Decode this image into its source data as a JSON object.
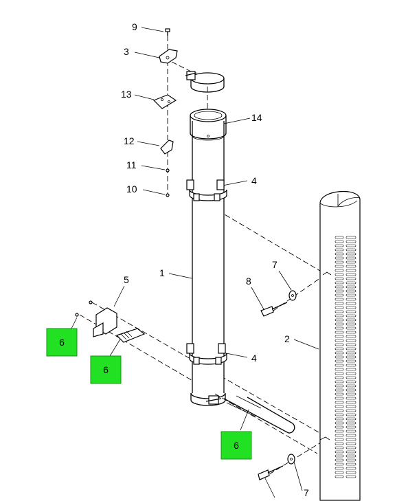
{
  "callouts": {
    "c9": "9",
    "c3": "3",
    "c13": "13",
    "c12": "12",
    "c11": "11",
    "c10": "10",
    "c14": "14",
    "c4_top": "4",
    "c4_bottom": "4",
    "c1": "1",
    "c5": "5",
    "c8": "8",
    "c7_mid": "7",
    "c2": "2",
    "c7_bottom": "7"
  },
  "tags": {
    "t1": "6",
    "t2": "6",
    "t3": "6"
  },
  "colors": {
    "tag_fill": "#22e022",
    "line": "#000000",
    "background": "#ffffff"
  }
}
